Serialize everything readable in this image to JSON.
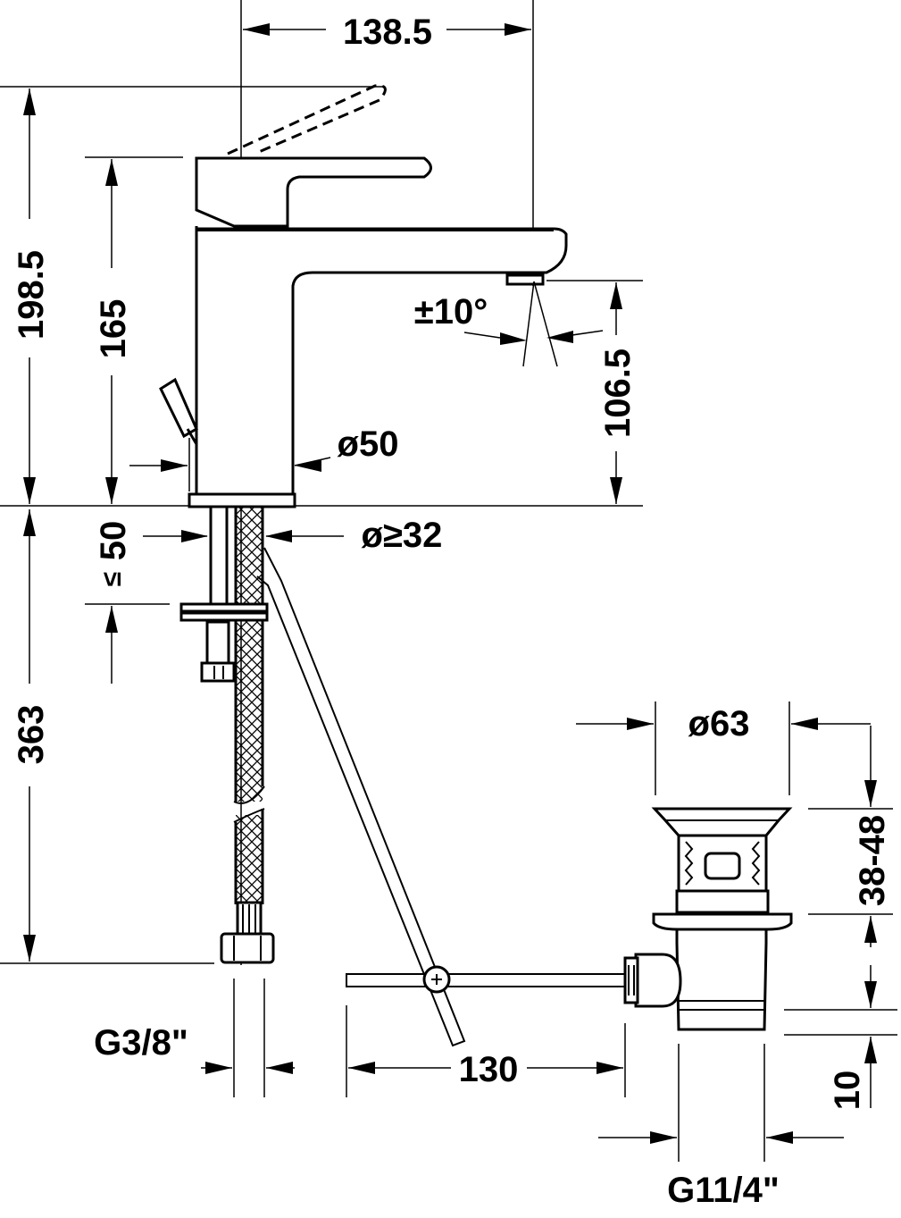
{
  "dimensions": {
    "total_width": "138.5",
    "total_height": "198.5",
    "spout_height": "165",
    "swivel_angle": "±10°",
    "outlet_height": "106.5",
    "body_diameter": "ø50",
    "hole_diameter": "ø≥32",
    "max_deck_thickness": "50",
    "max_deck_symbol": "≤",
    "hose_length": "363",
    "waste_diameter": "ø63",
    "waste_adjust": "38-48",
    "hose_thread": "G3/8\"",
    "rod_length": "130",
    "waste_offset": "10",
    "waste_thread": "G11/4\""
  }
}
